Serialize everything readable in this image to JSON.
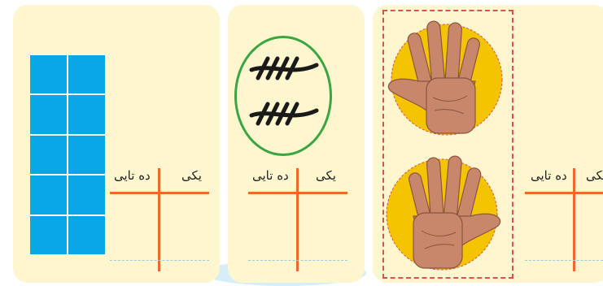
{
  "columns": {
    "tens_label": "ده تایی",
    "ones_label": "یکی"
  },
  "colors": {
    "card_bg": "#fdf6cf",
    "block": "#0aa7e8",
    "table_line": "#ee6a2c",
    "oval": "#3aa541",
    "hand_disc": "#f5c400",
    "frame_dash": "#d9534f"
  },
  "cards": [
    {
      "id": "blocks",
      "content": "ten-blocks-icon",
      "blocks": 10
    },
    {
      "id": "tally",
      "content": "tally-marks-icon",
      "tally_groups": 2
    },
    {
      "id": "hands",
      "content": "hand-icon",
      "hands": 2
    }
  ]
}
